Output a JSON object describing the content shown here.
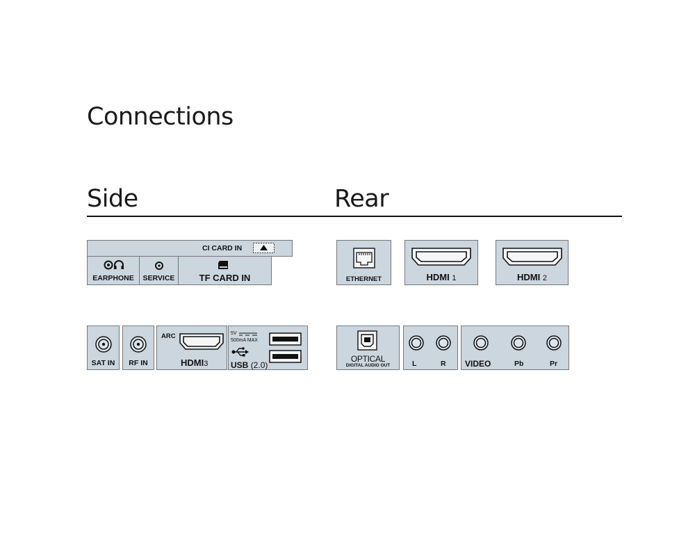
{
  "title": "Connections",
  "sections": {
    "side": "Side",
    "rear": "Rear"
  },
  "side": {
    "ci_card_in": "CI CARD IN",
    "earphone": "EARPHONE",
    "service": "SERVICE",
    "tf_card_in": "TF CARD IN",
    "sat_in": "SAT IN",
    "rf_in": "RF IN",
    "arc": "ARC",
    "hdmi3_prefix": "HDMI",
    "hdmi3_num": "3",
    "usb_voltage": "5V",
    "usb_current": "500mA MAX",
    "usb_prefix": "USB",
    "usb_version": "(2.0)"
  },
  "rear": {
    "ethernet": "ETHERNET",
    "hdmi1_prefix": "HDMI",
    "hdmi1_num": "1",
    "hdmi2_prefix": "HDMI",
    "hdmi2_num": "2",
    "optical": "OPTICAL",
    "optical_sub": "DIGITAL AUDIO OUT",
    "audio_l": "L",
    "audio_r": "R",
    "video": "VIDEO",
    "pb": "Pb",
    "pr": "Pr"
  },
  "colors": {
    "panel_fill": "#cbd6df",
    "panel_border": "#777777"
  }
}
